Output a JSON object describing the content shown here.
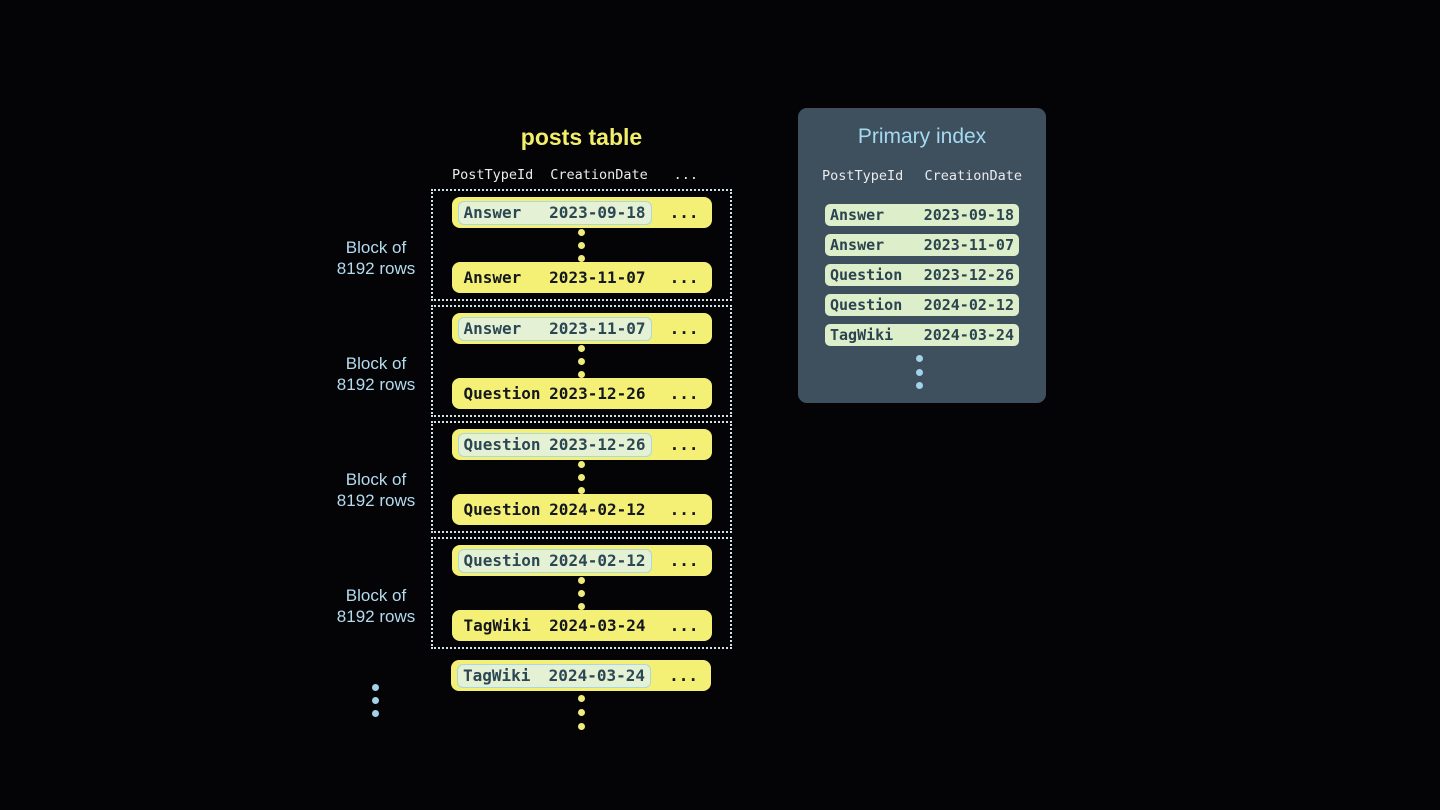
{
  "colors": {
    "bg": "#040407",
    "posts-title": "#f2ee6a",
    "header-text": "#e9ebed",
    "row-yellow": "#f4f075",
    "row-text-dark": "#15171e",
    "hl-bg": "#e4f1d4",
    "hl-border": "#a8d8e0",
    "hl-text": "#2c4754",
    "block-border": "#cfe3ea",
    "block-label": "#b3dbee",
    "panel-bg": "#3e4f5d",
    "panel-title": "#a4daf1",
    "index-row-bg": "#ddeeca",
    "index-row-text": "#2c4350",
    "dot-yellow": "#f0ec79",
    "dot-blue": "#a3d3e8"
  },
  "posts_table": {
    "title": "posts table",
    "columns": [
      "PostTypeId",
      "CreationDate",
      "..."
    ],
    "more_columns_ellipsis": "...",
    "blocks": [
      {
        "label_line1": "Block of",
        "label_line2": "8192 rows",
        "first_row": {
          "type": "Answer",
          "date": "2023-09-18"
        },
        "last_row": {
          "type": "Answer",
          "date": "2023-11-07"
        }
      },
      {
        "label_line1": "Block of",
        "label_line2": "8192 rows",
        "first_row": {
          "type": "Answer",
          "date": "2023-11-07"
        },
        "last_row": {
          "type": "Question",
          "date": "2023-12-26"
        }
      },
      {
        "label_line1": "Block of",
        "label_line2": "8192 rows",
        "first_row": {
          "type": "Question",
          "date": "2023-12-26"
        },
        "last_row": {
          "type": "Question",
          "date": "2024-02-12"
        }
      },
      {
        "label_line1": "Block of",
        "label_line2": "8192 rows",
        "first_row": {
          "type": "Question",
          "date": "2024-02-12"
        },
        "last_row": {
          "type": "TagWiki",
          "date": "2024-03-24"
        }
      }
    ],
    "next_block_first_row": {
      "type": "TagWiki",
      "date": "2024-03-24"
    }
  },
  "primary_index": {
    "title": "Primary index",
    "columns": [
      "PostTypeId",
      "CreationDate"
    ],
    "rows": [
      {
        "type": "Answer",
        "date": "2023-09-18"
      },
      {
        "type": "Answer",
        "date": "2023-11-07"
      },
      {
        "type": "Question",
        "date": "2023-12-26"
      },
      {
        "type": "Question",
        "date": "2024-02-12"
      },
      {
        "type": "TagWiki",
        "date": "2024-03-24"
      }
    ]
  }
}
